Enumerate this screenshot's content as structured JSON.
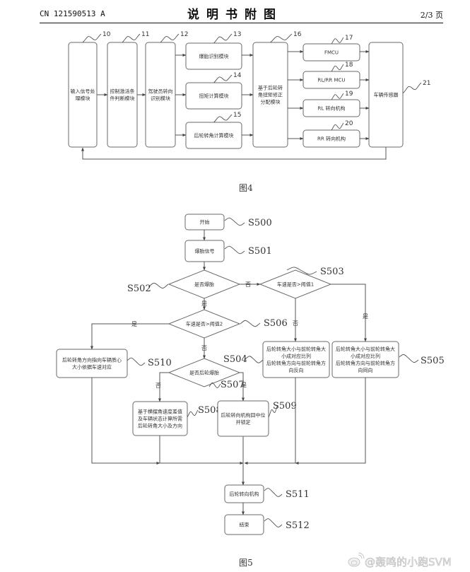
{
  "header": {
    "doc_id": "CN 121590513 A",
    "title": "说明书附图",
    "page": "2/3 页"
  },
  "fig4": {
    "caption": "图4",
    "modules": [
      {
        "id": "10",
        "label_lines": [
          "输入信号处",
          "理模块"
        ]
      },
      {
        "id": "11",
        "label_lines": [
          "控制激活条",
          "件判断模块"
        ]
      },
      {
        "id": "12",
        "label_lines": [
          "驾驶员转向",
          "识别模块"
        ]
      },
      {
        "id": "13",
        "label_lines": [
          "爆胎识别模块"
        ]
      },
      {
        "id": "14",
        "label_lines": [
          "扭矩计算模块"
        ]
      },
      {
        "id": "15",
        "label_lines": [
          "后轮转角计算模块"
        ]
      },
      {
        "id": "16",
        "label_lines": [
          "基于后轮转",
          "角扭矩修正",
          "分配模块"
        ]
      },
      {
        "id": "17",
        "label_lines": [
          "FMCU"
        ]
      },
      {
        "id": "18",
        "label_lines": [
          "RL/RR MCU"
        ]
      },
      {
        "id": "19",
        "label_lines": [
          "RL 转向机构"
        ]
      },
      {
        "id": "20",
        "label_lines": [
          "RR 转向机构"
        ]
      },
      {
        "id": "21",
        "label_lines": [
          "车辆传感器"
        ]
      }
    ]
  },
  "fig5": {
    "caption": "图5",
    "steps": {
      "S500": {
        "ref": "S500",
        "lines": [
          "开始"
        ]
      },
      "S501": {
        "ref": "S501",
        "lines": [
          "爆胎信号"
        ]
      },
      "S502": {
        "ref": "S502",
        "lines": [
          "是否爆胎"
        ]
      },
      "S503": {
        "ref": "S503",
        "lines": [
          "车速是否>阈值1"
        ]
      },
      "S504": {
        "ref": "S504",
        "lines": [
          "后轮转角大小与前轮转角大",
          "小成对应比列",
          "后轮转角方向与前轮转角方",
          "向反向"
        ]
      },
      "S505": {
        "ref": "S505",
        "lines": [
          "后轮转角大小与前轮转角大",
          "小成对应比列",
          "后轮转角方向与前轮转角方",
          "向同向"
        ]
      },
      "S506": {
        "ref": "S506",
        "lines": [
          "车速是否>阈值2"
        ]
      },
      "S507": {
        "ref": "S507",
        "lines": [
          "是否后轮爆胎"
        ]
      },
      "S508": {
        "ref": "S508",
        "lines": [
          "基于横摆角速度差值",
          "及车辆状态计算所需",
          "后轮转角大小及方向"
        ]
      },
      "S509": {
        "ref": "S509",
        "lines": [
          "后轮转向机构回中位",
          "并锁定"
        ]
      },
      "S510": {
        "ref": "S510",
        "lines": [
          "后轮转角方向指向车辆质心",
          "大小依据车速对应"
        ]
      },
      "S511": {
        "ref": "S511",
        "lines": [
          "后轮转向机构"
        ]
      },
      "S512": {
        "ref": "S512",
        "lines": [
          "结束"
        ]
      }
    },
    "branch_labels": {
      "yes": "是",
      "no": "否"
    }
  },
  "watermark": {
    "text": "@轰鸣的小跑SVM",
    "icon": "weibo-icon"
  }
}
